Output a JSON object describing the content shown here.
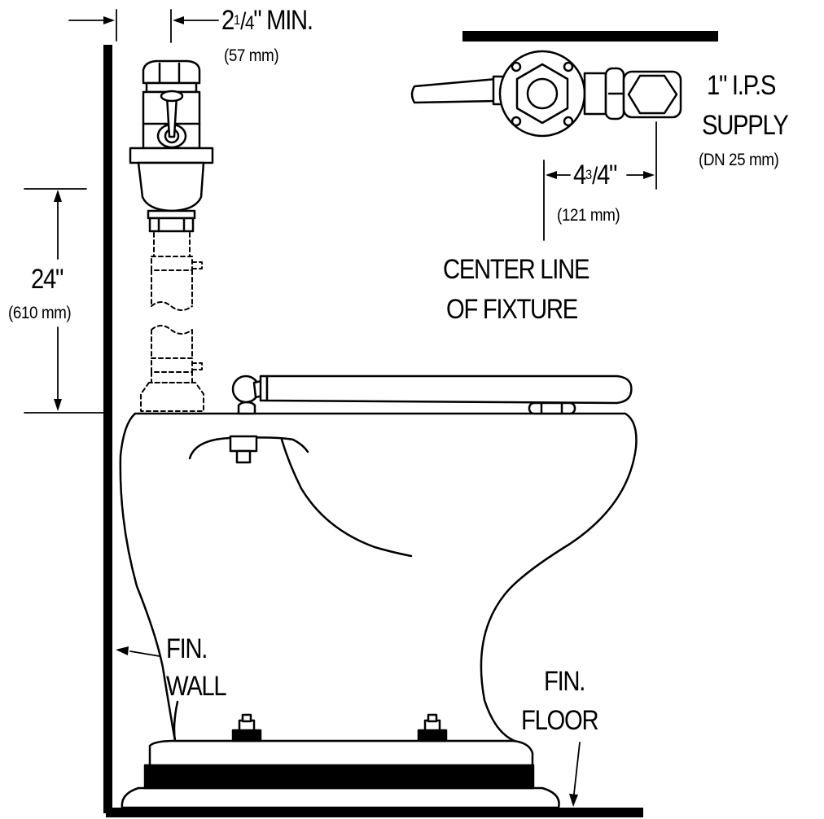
{
  "labels": {
    "min_dim": {
      "whole": "2",
      "num": "1",
      "den": "4",
      "suffix": "\" MIN."
    },
    "min_mm": "(57 mm)",
    "height_in": "24\"",
    "height_mm": "(610 mm)",
    "supply_line1": "1\"  I.P.S",
    "supply_line2": "SUPPLY",
    "supply_mm": "(DN   25 mm)",
    "offset_dim": {
      "whole": "4",
      "num": "3",
      "den": "4",
      "suffix": "\""
    },
    "offset_mm": "(121 mm)",
    "centerline_line1": "CENTER LINE",
    "centerline_line2": "OF  FIXTURE",
    "wall_line1": "FIN.",
    "wall_line2": "WALL",
    "floor_line1": "FIN.",
    "floor_line2": "FLOOR"
  }
}
